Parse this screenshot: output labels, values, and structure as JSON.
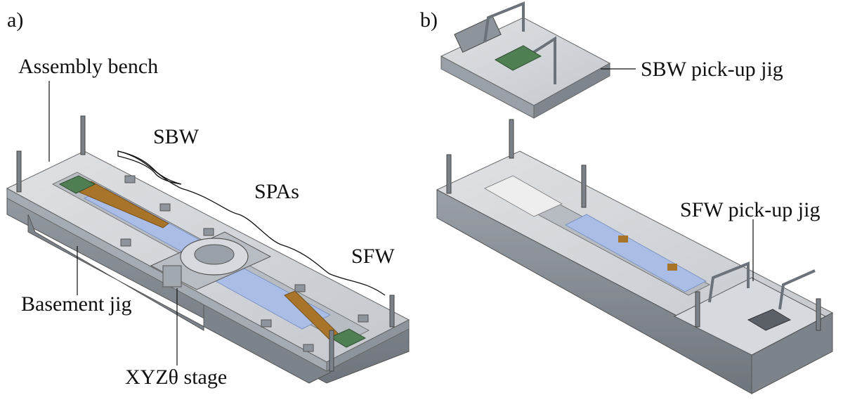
{
  "panels": {
    "a": {
      "tag": "a)",
      "labels": {
        "assembly_bench": "Assembly bench",
        "sbw": "SBW",
        "spas": "SPAs",
        "sfw": "SFW",
        "basement_jig": "Basement jig",
        "stage": "XYZθ stage"
      }
    },
    "b": {
      "tag": "b)",
      "labels": {
        "sbw_pickup": "SBW pick-up jig",
        "sfw_pickup": "SFW pick-up jig"
      }
    }
  },
  "colors": {
    "metal_top": "#cfd2d6",
    "metal_side": "#8a8f96",
    "metal_dark": "#5b6067",
    "sensor_blue": "#a9bde6",
    "kapton": "#a8742a",
    "pcb_green": "#4f7f52"
  }
}
